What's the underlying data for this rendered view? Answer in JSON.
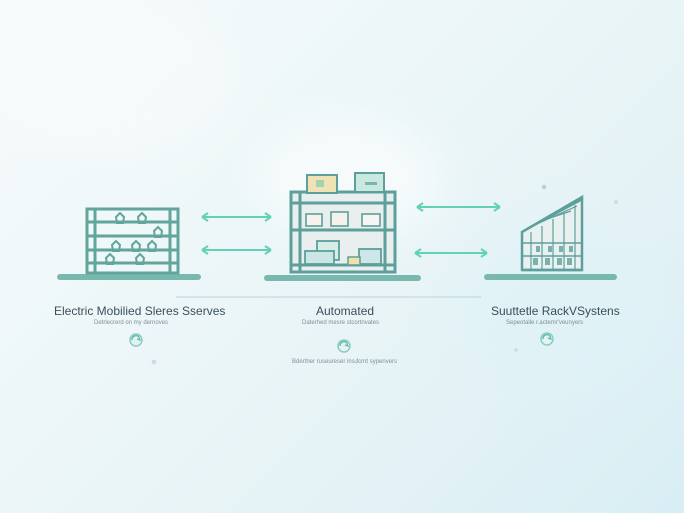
{
  "left_panel": {
    "title": "Electric Mobilied Sleres Sserves",
    "subtitle": "Detrlecrerd on my dernoves"
  },
  "center_panel": {
    "title": "Automated",
    "subtitle": "Daterhed mesre stcortnvates",
    "bottom_note": "Bderther ruseureser ins fcrnt sypenvers"
  },
  "right_panel": {
    "title": "Suuttetle RackVSystens",
    "subtitle": "Sepeotalle r.actemr'veunyers"
  },
  "icons": {
    "left_badge": "cycle-icon",
    "center_badge": "cycle-icon",
    "right_badge": "cycle-icon"
  },
  "colors": {
    "line": "#58a59d",
    "line_light": "#8ed1c7",
    "arrow": "#54d0ad",
    "panel_fill": "#dce8e6",
    "box_yellow": "#efe4bc",
    "box_green": "#b9e5d4",
    "box_blue": "#cae6e6"
  }
}
